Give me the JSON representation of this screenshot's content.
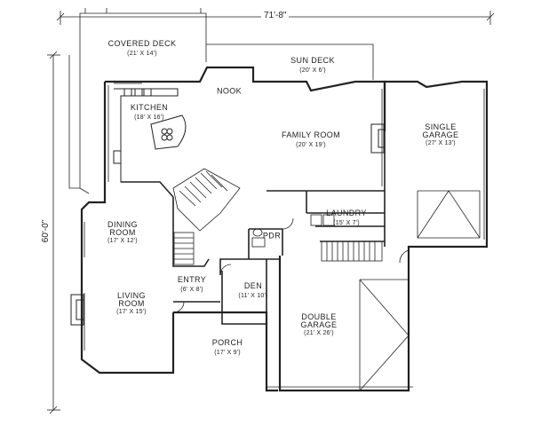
{
  "overall": {
    "width": "71'-8\"",
    "depth": "60'-0\""
  },
  "rooms": {
    "covered_deck": {
      "name": "COVERED DECK",
      "size": "(21' X 14')"
    },
    "sun_deck": {
      "name": "SUN DECK",
      "size": "(20' X 6')"
    },
    "nook": {
      "name": "NOOK"
    },
    "kitchen": {
      "name": "KITCHEN",
      "size": "(18' X 16')"
    },
    "family_room": {
      "name": "FAMILY ROOM",
      "size": "(20' X 19')"
    },
    "single_garage": {
      "name": [
        "SINGLE",
        "GARAGE"
      ],
      "size": "(27' X 13')"
    },
    "laundry": {
      "name": "LAUNDRY",
      "size": "(15' X 7')"
    },
    "dining_room": {
      "name": [
        "DINING",
        "ROOM"
      ],
      "size": "(17' X 12')"
    },
    "pdr": {
      "name": "PDR"
    },
    "entry": {
      "name": "ENTRY",
      "size": "(6' X 8')"
    },
    "den": {
      "name": "DEN",
      "size": "(11' X 10')"
    },
    "living_room": {
      "name": [
        "LIVING",
        "ROOM"
      ],
      "size": "(17' X 15')"
    },
    "double_garage": {
      "name": [
        "DOUBLE",
        "GARAGE"
      ],
      "size": "(21' X 26')"
    },
    "porch": {
      "name": "PORCH",
      "size": "(17' X 9')"
    }
  }
}
